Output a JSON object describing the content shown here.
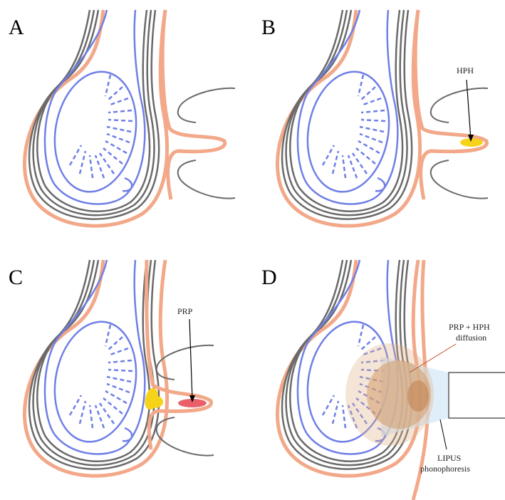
{
  "panels": [
    {
      "letter": "A"
    },
    {
      "letter": "B",
      "label": "HPH"
    },
    {
      "letter": "C",
      "label": "PRP"
    },
    {
      "letter": "D",
      "label_line1": "PRP + HPH",
      "label_line2": "diffusion",
      "probe_line1": "LIPUS",
      "probe_line2": "phonophoresis"
    }
  ],
  "colors": {
    "tunica_outer": "#f2a889",
    "tunica_inner": "#6a6a6a",
    "testis_outline": "#6f7fe6",
    "hph_fill": "#f6d318",
    "prp_fill": "#e9606a",
    "diffusion_fill": "#e3b48d",
    "probe_beam": "#d4e8f7"
  }
}
